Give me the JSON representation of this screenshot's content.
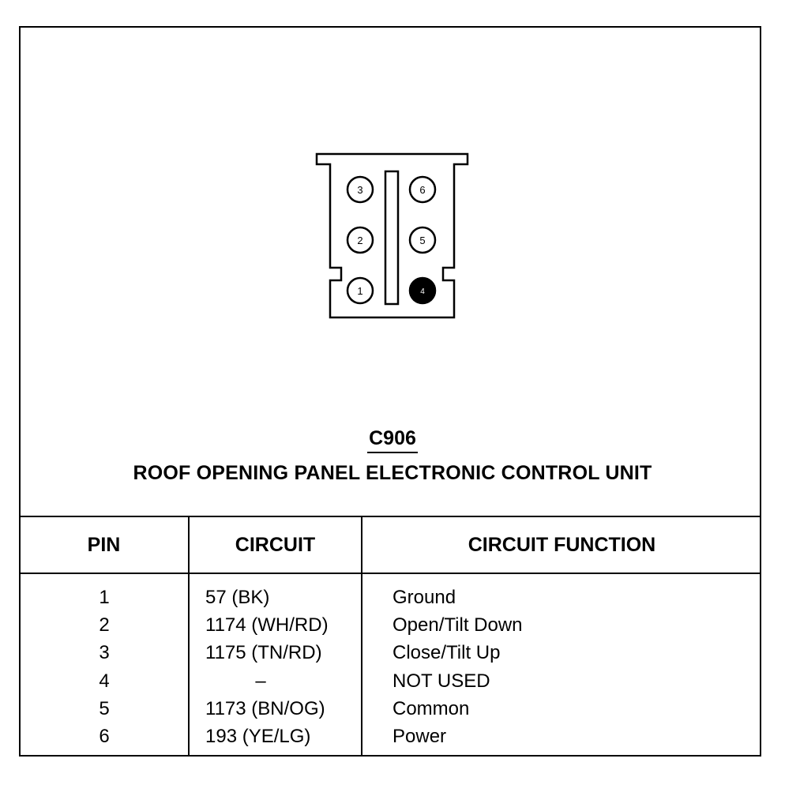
{
  "connector": {
    "id": "C906",
    "description": "ROOF OPENING PANEL ELECTRONIC CONTROL UNIT",
    "pins_left_column": [
      "3",
      "2",
      "1"
    ],
    "pins_right_column": [
      "6",
      "5",
      "4"
    ],
    "filled_pin": "4"
  },
  "table": {
    "headers": {
      "pin": "PIN",
      "circuit": "CIRCUIT",
      "function": "CIRCUIT FUNCTION"
    },
    "rows": [
      {
        "pin": "1",
        "circuit": "57 (BK)",
        "function": "Ground"
      },
      {
        "pin": "2",
        "circuit": "1174 (WH/RD)",
        "function": "Open/Tilt Down"
      },
      {
        "pin": "3",
        "circuit": "1175 (TN/RD)",
        "function": "Close/Tilt Up"
      },
      {
        "pin": "4",
        "circuit": "–",
        "function": "NOT USED"
      },
      {
        "pin": "5",
        "circuit": "1173 (BN/OG)",
        "function": "Common"
      },
      {
        "pin": "6",
        "circuit": "193 (YE/LG)",
        "function": "Power"
      }
    ]
  }
}
